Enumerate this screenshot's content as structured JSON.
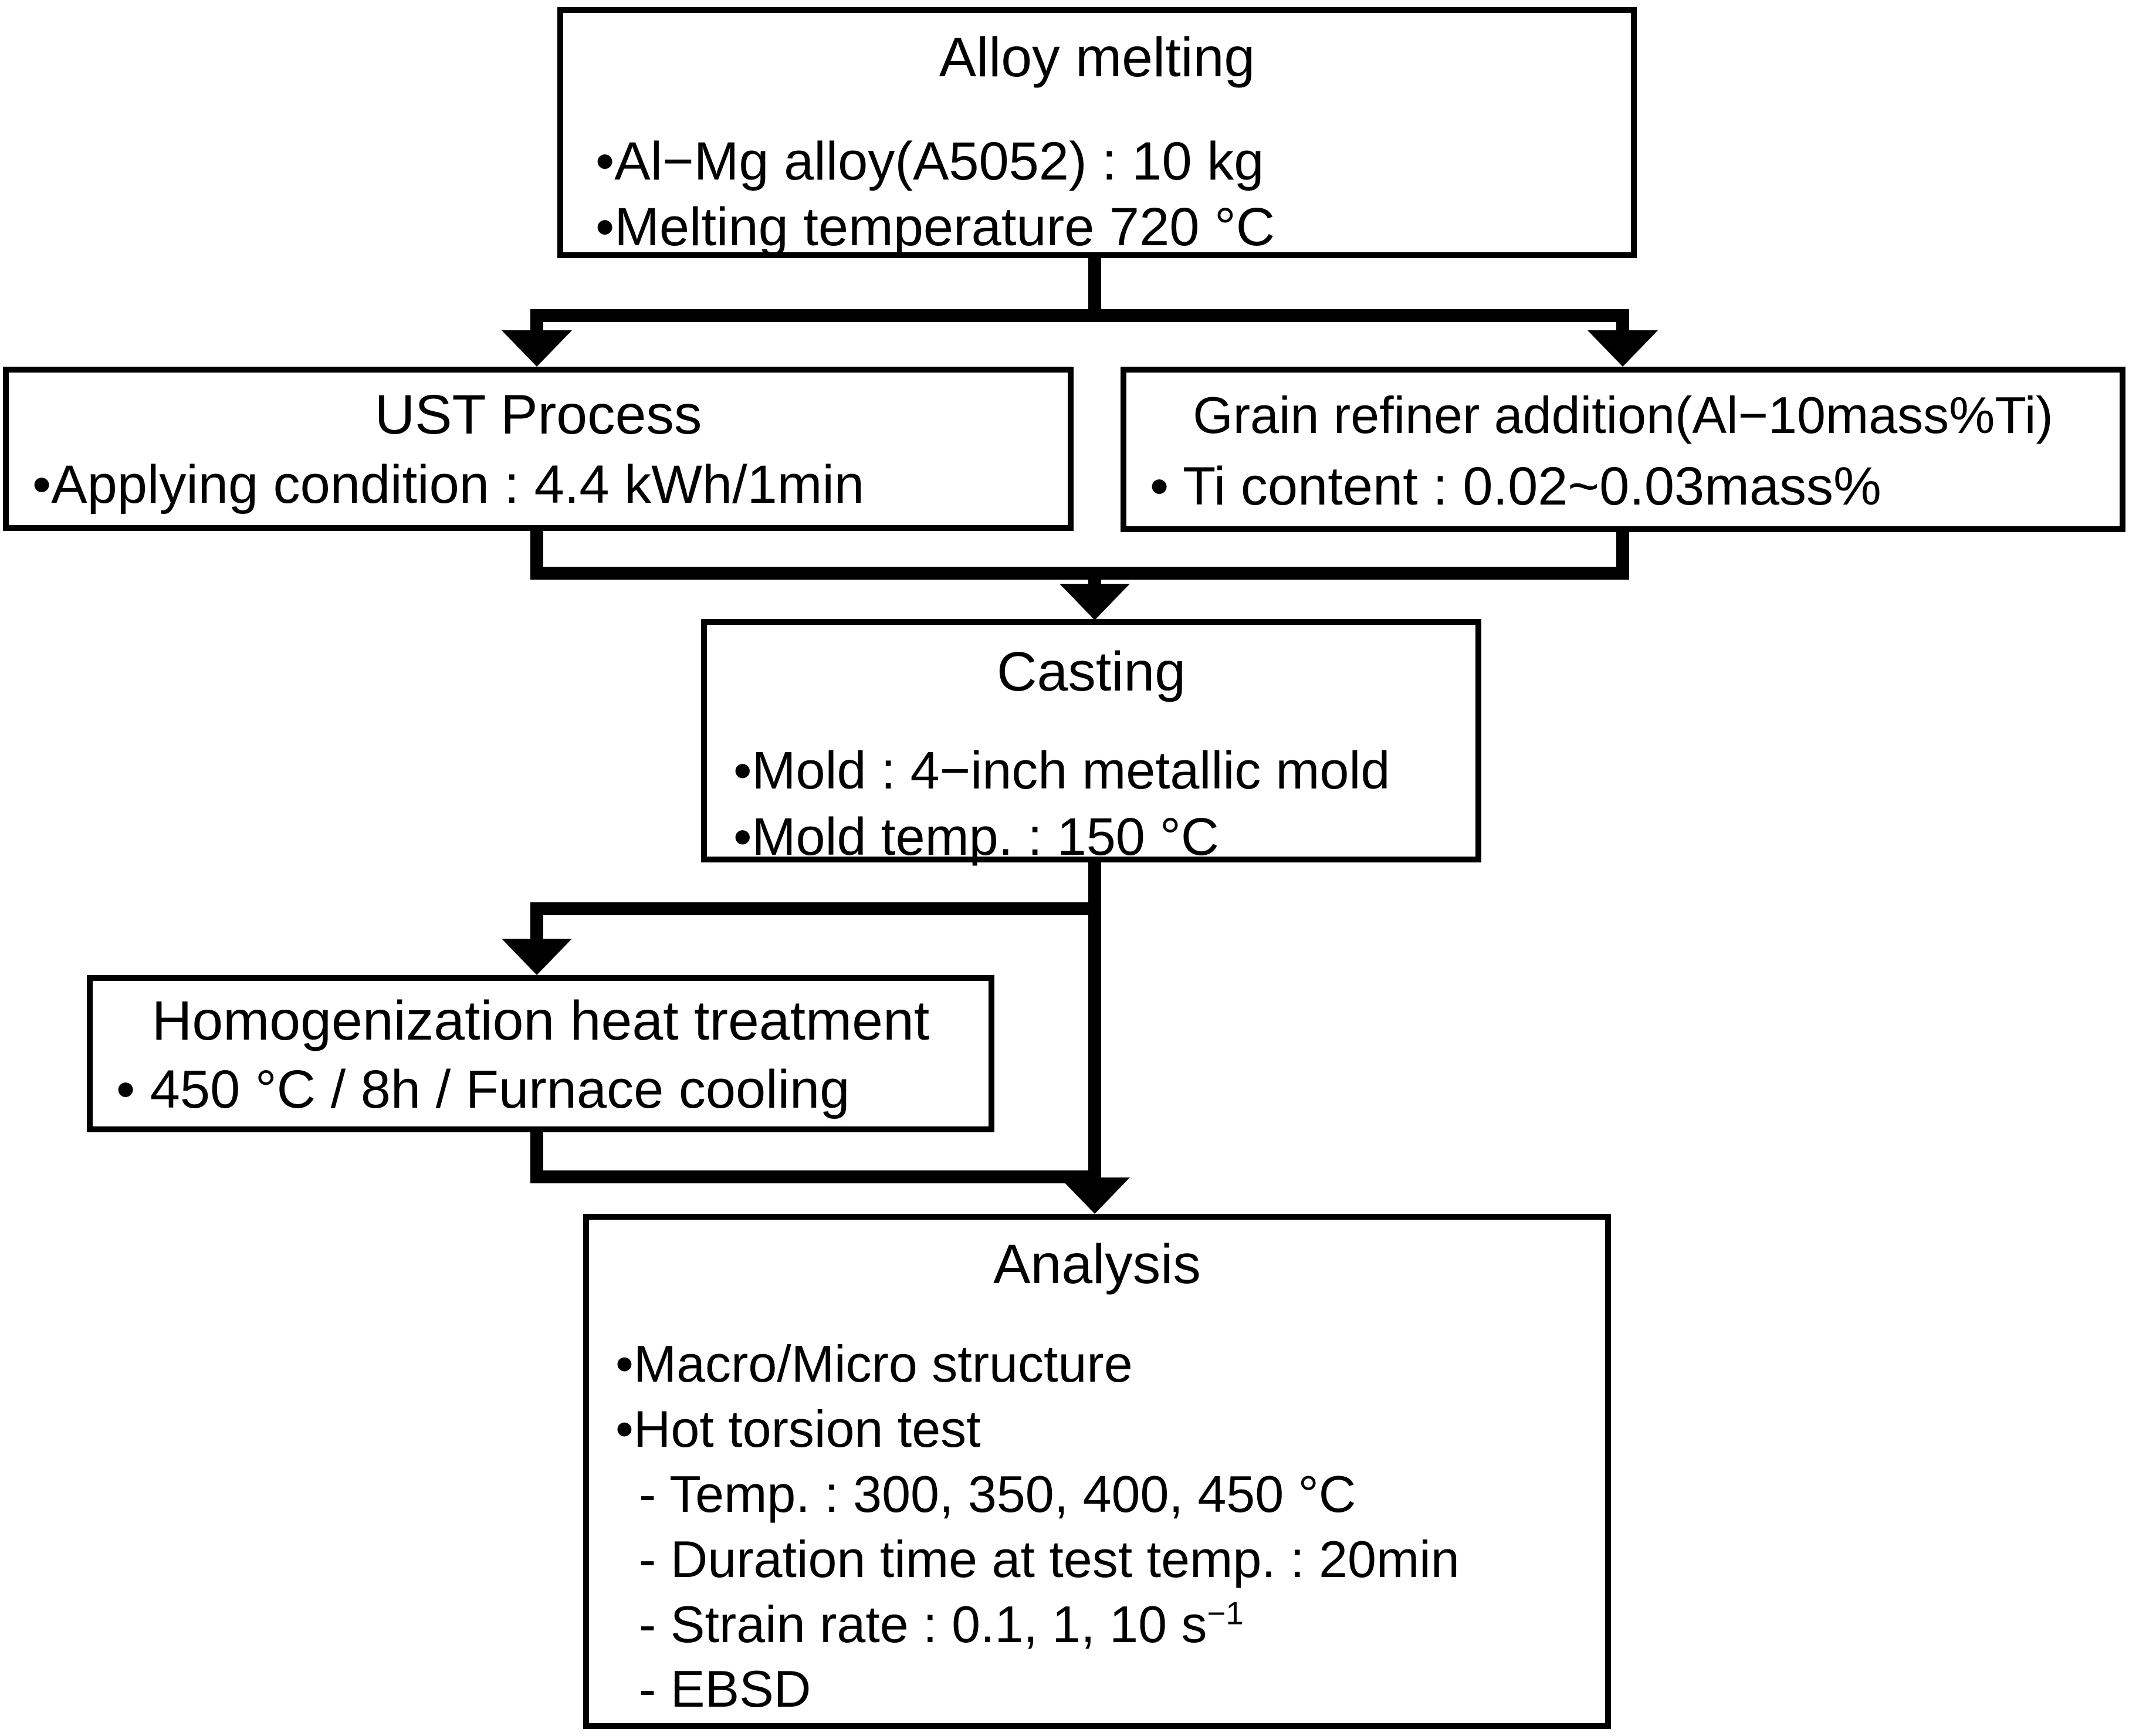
{
  "diagram": {
    "type": "flowchart",
    "colors": {
      "line": "#000000",
      "background": "#ffffff",
      "box_fill": "#ffffff",
      "text": "#000000"
    },
    "boxes": {
      "alloy_melting": {
        "title": "Alloy melting",
        "lines": [
          "•Al−Mg alloy(A5052) : 10 kg",
          "•Melting temperature 720 °C"
        ]
      },
      "ust": {
        "title": "UST Process",
        "lines": [
          "•Applying condition : 4.4 kWh/1min"
        ]
      },
      "grain_refiner": {
        "title": "Grain refiner addition(Al−10mass%Ti)",
        "lines": [
          "• Ti content : 0.02~0.03mass%"
        ]
      },
      "casting": {
        "title": "Casting",
        "lines": [
          "•Mold : 4−inch metallic mold",
          "•Mold temp. : 150 °C"
        ]
      },
      "homogenization": {
        "title": "Homogenization heat treatment",
        "lines": [
          "• 450 °C / 8h / Furnace cooling"
        ]
      },
      "analysis": {
        "title": "Analysis",
        "lines": [
          "•Macro/Micro structure",
          "•Hot torsion test",
          "- Temp. : 300, 350, 400, 450 °C",
          "- Duration time at test temp. : 20min",
          "- Strain rate : 0.1, 1, 10 s",
          "- EBSD"
        ],
        "strain_rate_exponent": "−1"
      }
    },
    "flow": [
      "Alloy melting → UST Process",
      "Alloy melting → Grain refiner addition",
      "UST Process → Casting",
      "Grain refiner addition → Casting",
      "Casting → Homogenization heat treatment",
      "Casting → Analysis",
      "Homogenization heat treatment → Analysis"
    ]
  }
}
